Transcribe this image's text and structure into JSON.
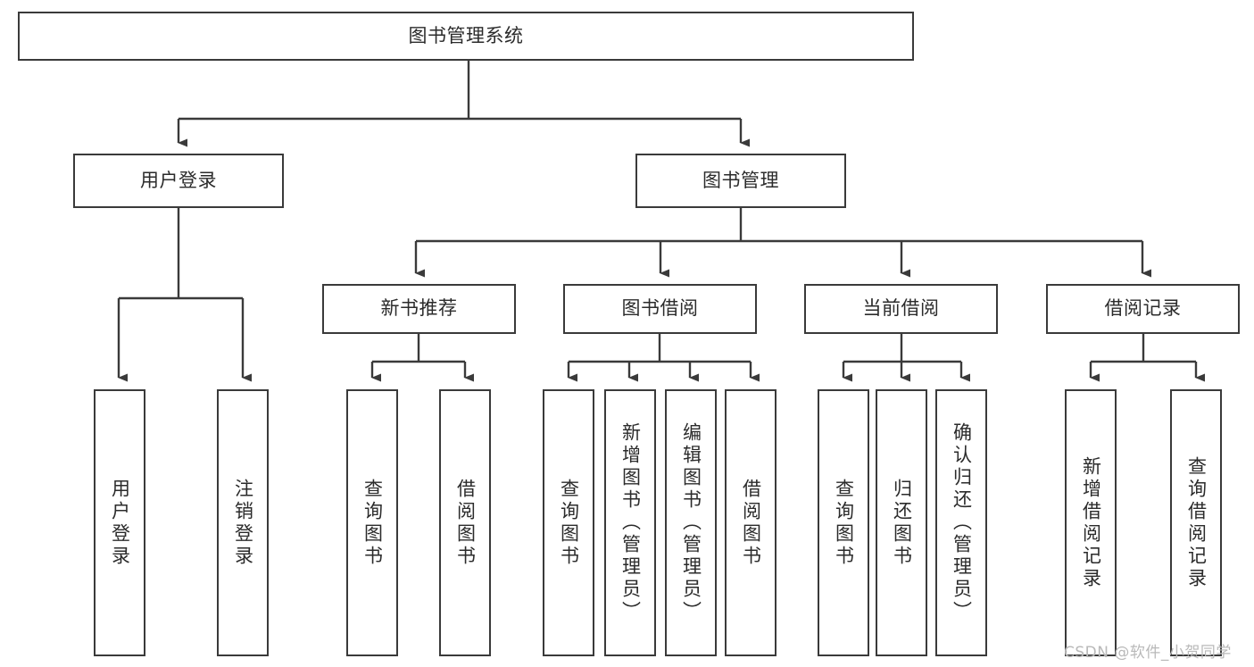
{
  "diagram": {
    "title": "图书管理系统",
    "type": "tree-hierarchy-diagram",
    "colors": {
      "background": "#ffffff",
      "box_border": "#3a3a3a",
      "box_fill": "#ffffff",
      "connector": "#3a3a3a",
      "text": "#2b2b2b",
      "watermark": "#b9b9b9"
    },
    "nodes": {
      "root": {
        "label": "图书管理系统",
        "orientation": "horizontal"
      },
      "level1": [
        {
          "id": "user-login",
          "label": "用户登录",
          "orientation": "horizontal"
        },
        {
          "id": "book-management",
          "label": "图书管理",
          "orientation": "horizontal"
        }
      ],
      "level2": [
        {
          "id": "new-book-recommend",
          "label": "新书推荐",
          "orientation": "horizontal"
        },
        {
          "id": "book-borrow",
          "label": "图书借阅",
          "orientation": "horizontal"
        },
        {
          "id": "current-borrow",
          "label": "当前借阅",
          "orientation": "horizontal"
        },
        {
          "id": "borrow-record",
          "label": "借阅记录",
          "orientation": "horizontal"
        }
      ],
      "leaves": {
        "user-login": [
          {
            "id": "leaf-user-login",
            "label": "用户登录",
            "orientation": "vertical"
          },
          {
            "id": "leaf-logout",
            "label": "注销登录",
            "orientation": "vertical"
          }
        ],
        "new-book-recommend": [
          {
            "id": "leaf-query-book-1",
            "label": "查询图书",
            "orientation": "vertical"
          },
          {
            "id": "leaf-borrow-book-1",
            "label": "借阅图书",
            "orientation": "vertical"
          }
        ],
        "book-borrow": [
          {
            "id": "leaf-query-book-2",
            "label": "查询图书",
            "orientation": "vertical"
          },
          {
            "id": "leaf-add-book",
            "label": "新增图书（管理员）",
            "orientation": "vertical"
          },
          {
            "id": "leaf-edit-book",
            "label": "编辑图书（管理员）",
            "orientation": "vertical"
          },
          {
            "id": "leaf-borrow-book-2",
            "label": "借阅图书",
            "orientation": "vertical"
          }
        ],
        "current-borrow": [
          {
            "id": "leaf-query-book-3",
            "label": "查询图书",
            "orientation": "vertical"
          },
          {
            "id": "leaf-return-book",
            "label": "归还图书",
            "orientation": "vertical"
          },
          {
            "id": "leaf-confirm-return",
            "label": "确认归还（管理员）",
            "orientation": "vertical"
          }
        ],
        "borrow-record": [
          {
            "id": "leaf-add-record",
            "label": "新增借阅记录",
            "orientation": "vertical"
          },
          {
            "id": "leaf-query-record",
            "label": "查询借阅记录",
            "orientation": "vertical"
          }
        ]
      }
    },
    "watermark": "CSDN @软件_小贺同学"
  }
}
